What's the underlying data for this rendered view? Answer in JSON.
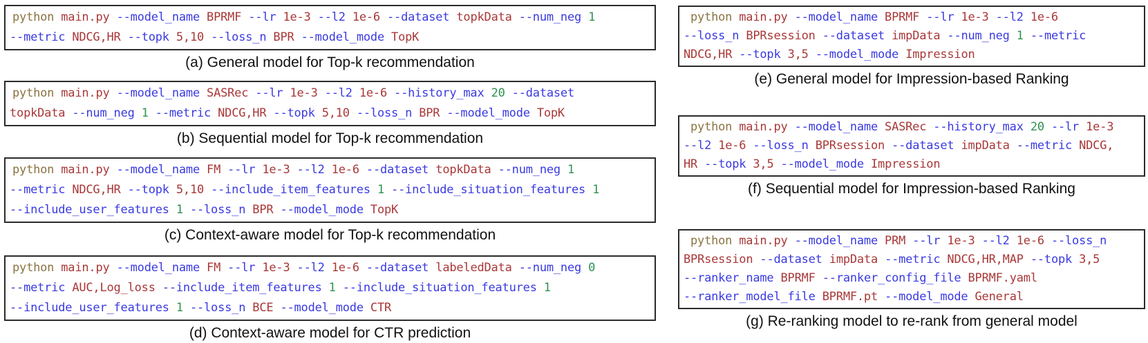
{
  "colors": {
    "keyword": "#8a7340",
    "script": "#a93838",
    "flag": "#3a3ae0",
    "value": "#a93838",
    "number": "#2e9150",
    "border": "#2b2b2b",
    "caption": "#111111",
    "background": "#ffffff"
  },
  "token_legend": {
    "k": "keyword",
    "s": "script",
    "f": "flag",
    "v": "value",
    "n": "number"
  },
  "figures": [
    {
      "id": "a",
      "column": "left",
      "caption": "(a) General model for Top-k recommendation",
      "lines": [
        [
          [
            "k",
            "python"
          ],
          [
            "s",
            "main.py"
          ],
          [
            "f",
            "--model_name"
          ],
          [
            "v",
            "BPRMF"
          ],
          [
            "f",
            "--lr"
          ],
          [
            "v",
            "1e-3"
          ],
          [
            "f",
            "--l2"
          ],
          [
            "v",
            "1e-6"
          ],
          [
            "f",
            "--dataset"
          ],
          [
            "v",
            "topkData"
          ],
          [
            "f",
            "--num_neg"
          ],
          [
            "n",
            "1"
          ]
        ],
        [
          [
            "f",
            "--metric"
          ],
          [
            "v",
            "NDCG,HR"
          ],
          [
            "f",
            "--topk"
          ],
          [
            "v",
            "5,10"
          ],
          [
            "f",
            "--loss_n"
          ],
          [
            "v",
            "BPR"
          ],
          [
            "f",
            "--model_mode"
          ],
          [
            "v",
            "TopK"
          ]
        ]
      ]
    },
    {
      "id": "b",
      "column": "left",
      "caption": "(b) Sequential model for Top-k recommendation",
      "lines": [
        [
          [
            "k",
            "python"
          ],
          [
            "s",
            "main.py"
          ],
          [
            "f",
            "--model_name"
          ],
          [
            "v",
            "SASRec"
          ],
          [
            "f",
            "--lr"
          ],
          [
            "v",
            "1e-3"
          ],
          [
            "f",
            "--l2"
          ],
          [
            "v",
            "1e-6"
          ],
          [
            "f",
            "--history_max"
          ],
          [
            "n",
            "20"
          ],
          [
            "f",
            "--dataset"
          ]
        ],
        [
          [
            "v",
            "topkData"
          ],
          [
            "f",
            "--num_neg"
          ],
          [
            "n",
            "1"
          ],
          [
            "f",
            "--metric"
          ],
          [
            "v",
            "NDCG,HR"
          ],
          [
            "f",
            "--topk"
          ],
          [
            "v",
            "5,10"
          ],
          [
            "f",
            "--loss_n"
          ],
          [
            "v",
            "BPR"
          ],
          [
            "f",
            "--model_mode"
          ],
          [
            "v",
            "TopK"
          ]
        ]
      ]
    },
    {
      "id": "c",
      "column": "left",
      "caption": "(c) Context-aware model for Top-k recommendation",
      "lines": [
        [
          [
            "k",
            "python"
          ],
          [
            "s",
            "main.py"
          ],
          [
            "f",
            "--model_name"
          ],
          [
            "v",
            "FM"
          ],
          [
            "f",
            "--lr"
          ],
          [
            "v",
            "1e-3"
          ],
          [
            "f",
            "--l2"
          ],
          [
            "v",
            "1e-6"
          ],
          [
            "f",
            "--dataset"
          ],
          [
            "v",
            "topkData"
          ],
          [
            "f",
            "--num_neg"
          ],
          [
            "n",
            "1"
          ]
        ],
        [
          [
            "f",
            "--metric"
          ],
          [
            "v",
            "NDCG,HR"
          ],
          [
            "f",
            "--topk"
          ],
          [
            "v",
            "5,10"
          ],
          [
            "f",
            "--include_item_features"
          ],
          [
            "n",
            "1"
          ],
          [
            "f",
            "--include_situation_features"
          ],
          [
            "n",
            "1"
          ]
        ],
        [
          [
            "f",
            "--include_user_features"
          ],
          [
            "n",
            "1"
          ],
          [
            "f",
            "--loss_n"
          ],
          [
            "v",
            "BPR"
          ],
          [
            "f",
            "--model_mode"
          ],
          [
            "v",
            "TopK"
          ]
        ]
      ]
    },
    {
      "id": "d",
      "column": "left",
      "caption": "(d) Context-aware model for CTR prediction",
      "lines": [
        [
          [
            "k",
            "python"
          ],
          [
            "s",
            "main.py"
          ],
          [
            "f",
            "--model_name"
          ],
          [
            "v",
            "FM"
          ],
          [
            "f",
            "--lr"
          ],
          [
            "v",
            "1e-3"
          ],
          [
            "f",
            "--l2"
          ],
          [
            "v",
            "1e-6"
          ],
          [
            "f",
            "--dataset"
          ],
          [
            "v",
            "labeledData"
          ],
          [
            "f",
            "--num_neg"
          ],
          [
            "n",
            "0"
          ]
        ],
        [
          [
            "f",
            "--metric"
          ],
          [
            "v",
            "AUC,Log_loss"
          ],
          [
            "f",
            "--include_item_features"
          ],
          [
            "n",
            "1"
          ],
          [
            "f",
            "--include_situation_features"
          ],
          [
            "n",
            "1"
          ]
        ],
        [
          [
            "f",
            "--include_user_features"
          ],
          [
            "n",
            "1"
          ],
          [
            "f",
            "--loss_n"
          ],
          [
            "v",
            "BCE"
          ],
          [
            "f",
            "--model_mode"
          ],
          [
            "v",
            "CTR"
          ]
        ]
      ]
    },
    {
      "id": "e",
      "column": "right",
      "caption": "(e) General model for Impression-based Ranking",
      "lines": [
        [
          [
            "k",
            "python"
          ],
          [
            "s",
            "main.py"
          ],
          [
            "f",
            "--model_name"
          ],
          [
            "v",
            "BPRMF"
          ],
          [
            "f",
            "--lr"
          ],
          [
            "v",
            "1e-3"
          ],
          [
            "f",
            "--l2"
          ],
          [
            "v",
            "1e-6"
          ]
        ],
        [
          [
            "f",
            "--loss_n"
          ],
          [
            "v",
            "BPRsession"
          ],
          [
            "f",
            "--dataset"
          ],
          [
            "v",
            "impData"
          ],
          [
            "f",
            "--num_neg"
          ],
          [
            "n",
            "1"
          ],
          [
            "f",
            "--metric"
          ]
        ],
        [
          [
            "v",
            "NDCG,HR"
          ],
          [
            "f",
            "--topk"
          ],
          [
            "v",
            "3,5"
          ],
          [
            "f",
            "--model_mode"
          ],
          [
            "v",
            "Impression"
          ]
        ]
      ]
    },
    {
      "id": "f",
      "column": "right",
      "caption": "(f) Sequential model for Impression-based Ranking",
      "lines": [
        [
          [
            "k",
            "python"
          ],
          [
            "s",
            "main.py"
          ],
          [
            "f",
            "--model_name"
          ],
          [
            "v",
            "SASRec"
          ],
          [
            "f",
            "--history_max"
          ],
          [
            "n",
            "20"
          ],
          [
            "f",
            "--lr"
          ],
          [
            "v",
            "1e-3"
          ]
        ],
        [
          [
            "f",
            "--l2"
          ],
          [
            "v",
            "1e-6"
          ],
          [
            "f",
            "--loss_n"
          ],
          [
            "v",
            "BPRsession"
          ],
          [
            "f",
            "--dataset"
          ],
          [
            "v",
            "impData"
          ],
          [
            "f",
            "--metric"
          ],
          [
            "v",
            "NDCG,"
          ]
        ],
        [
          [
            "v",
            "HR"
          ],
          [
            "f",
            "--topk"
          ],
          [
            "v",
            "3,5"
          ],
          [
            "f",
            "--model_mode"
          ],
          [
            "v",
            "Impression"
          ]
        ]
      ]
    },
    {
      "id": "g",
      "column": "right",
      "caption": "(g) Re-ranking model to re-rank from general model",
      "lines": [
        [
          [
            "k",
            "python"
          ],
          [
            "s",
            "main.py"
          ],
          [
            "f",
            "--model_name"
          ],
          [
            "v",
            "PRM"
          ],
          [
            "f",
            "--lr"
          ],
          [
            "v",
            "1e-3"
          ],
          [
            "f",
            "--l2"
          ],
          [
            "v",
            "1e-6"
          ],
          [
            "f",
            "--loss_n"
          ]
        ],
        [
          [
            "v",
            "BPRsession"
          ],
          [
            "f",
            "--dataset"
          ],
          [
            "v",
            "impData"
          ],
          [
            "f",
            "--metric"
          ],
          [
            "v",
            "NDCG,HR,MAP"
          ],
          [
            "f",
            "--topk"
          ],
          [
            "v",
            "3,5"
          ]
        ],
        [
          [
            "f",
            "--ranker_name"
          ],
          [
            "v",
            "BPRMF"
          ],
          [
            "f",
            "--ranker_config_file"
          ],
          [
            "v",
            "BPRMF.yaml"
          ]
        ],
        [
          [
            "f",
            "--ranker_model_file"
          ],
          [
            "v",
            "BPRMF.pt"
          ],
          [
            "f",
            "--model_mode"
          ],
          [
            "v",
            "General"
          ]
        ]
      ]
    }
  ]
}
